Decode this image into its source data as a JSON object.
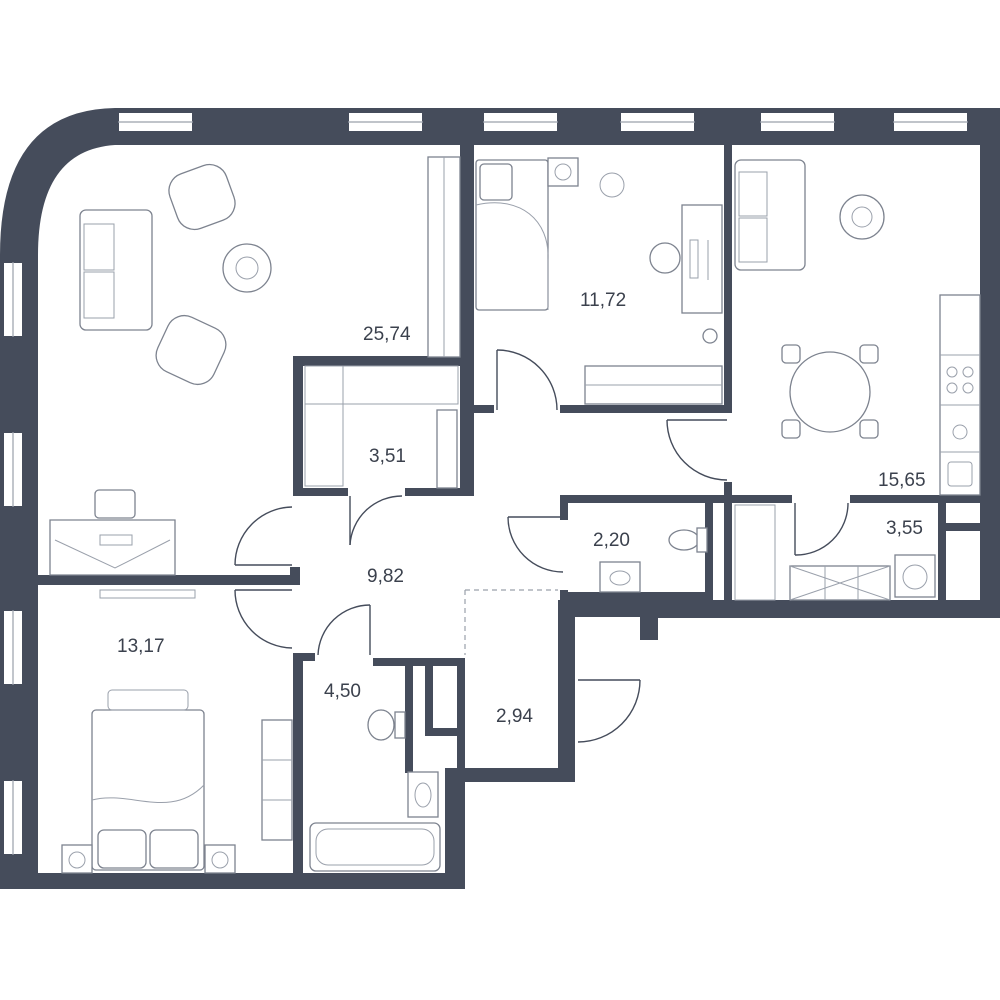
{
  "rooms": {
    "living": "25,74",
    "bedroom_north": "11,72",
    "kitchen": "15,65",
    "wardrobe": "3,51",
    "bath_small": "2,20",
    "utility": "3,55",
    "hall": "9,82",
    "bedroom_south": "13,17",
    "bathroom": "4,50",
    "vestibule": "2,94"
  },
  "colors": {
    "wall": "#454c5b",
    "line": "#9aa0ab",
    "background": "#ffffff"
  }
}
